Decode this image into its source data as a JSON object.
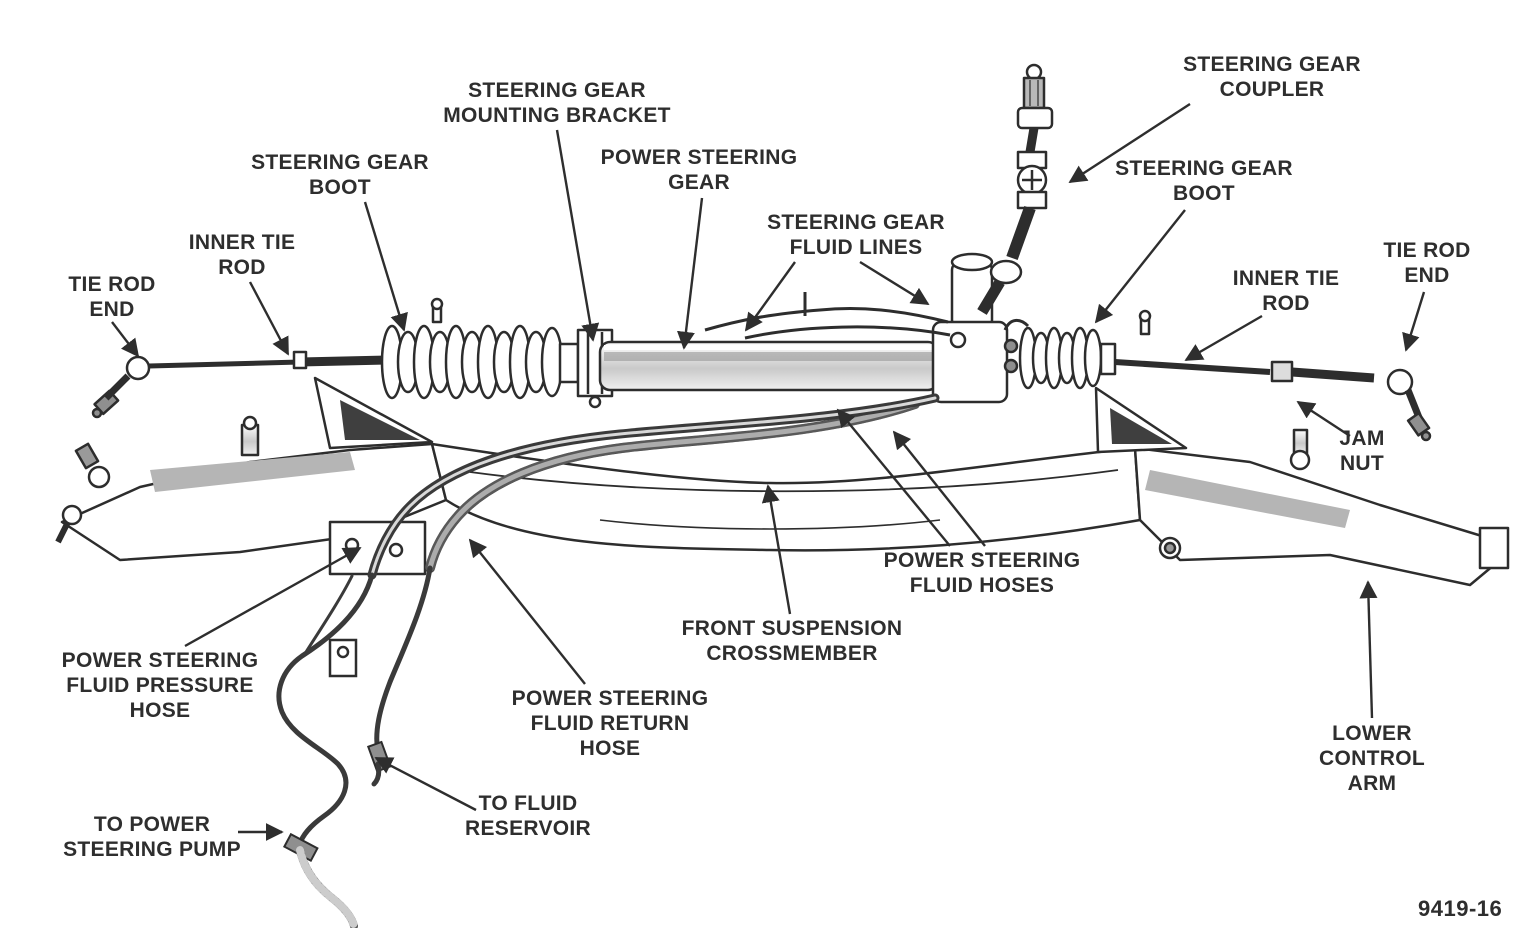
{
  "figure": {
    "number": "9419-16",
    "line_color": "#2d2d2d",
    "shade_color": "#b5b5b5",
    "dark_fill": "#3f3f3f"
  },
  "labels": {
    "steering_gear_mounting_bracket": "STEERING GEAR\nMOUNTING BRACKET",
    "steering_gear_coupler": "STEERING GEAR\nCOUPLER",
    "steering_gear_boot_left": "STEERING GEAR\nBOOT",
    "power_steering_gear": "POWER STEERING\nGEAR",
    "steering_gear_fluid_lines": "STEERING GEAR\nFLUID LINES",
    "steering_gear_boot_right": "STEERING GEAR\nBOOT",
    "inner_tie_rod_left": "INNER TIE\nROD",
    "tie_rod_end_left": "TIE ROD\nEND",
    "inner_tie_rod_right": "INNER TIE\nROD",
    "tie_rod_end_right": "TIE ROD\nEND",
    "jam_nut": "JAM\nNUT",
    "power_steering_fluid_hoses": "POWER STEERING\nFLUID HOSES",
    "front_suspension_crossmember": "FRONT SUSPENSION\nCROSSMEMBER",
    "power_steering_fluid_pressure_hose": "POWER STEERING\nFLUID PRESSURE\nHOSE",
    "power_steering_fluid_return_hose": "POWER STEERING\nFLUID RETURN\nHOSE",
    "to_fluid_reservoir": "TO FLUID\nRESERVOIR",
    "to_power_steering_pump": "TO POWER\nSTEERING PUMP",
    "lower_control_arm": "LOWER CONTROL\nARM"
  }
}
